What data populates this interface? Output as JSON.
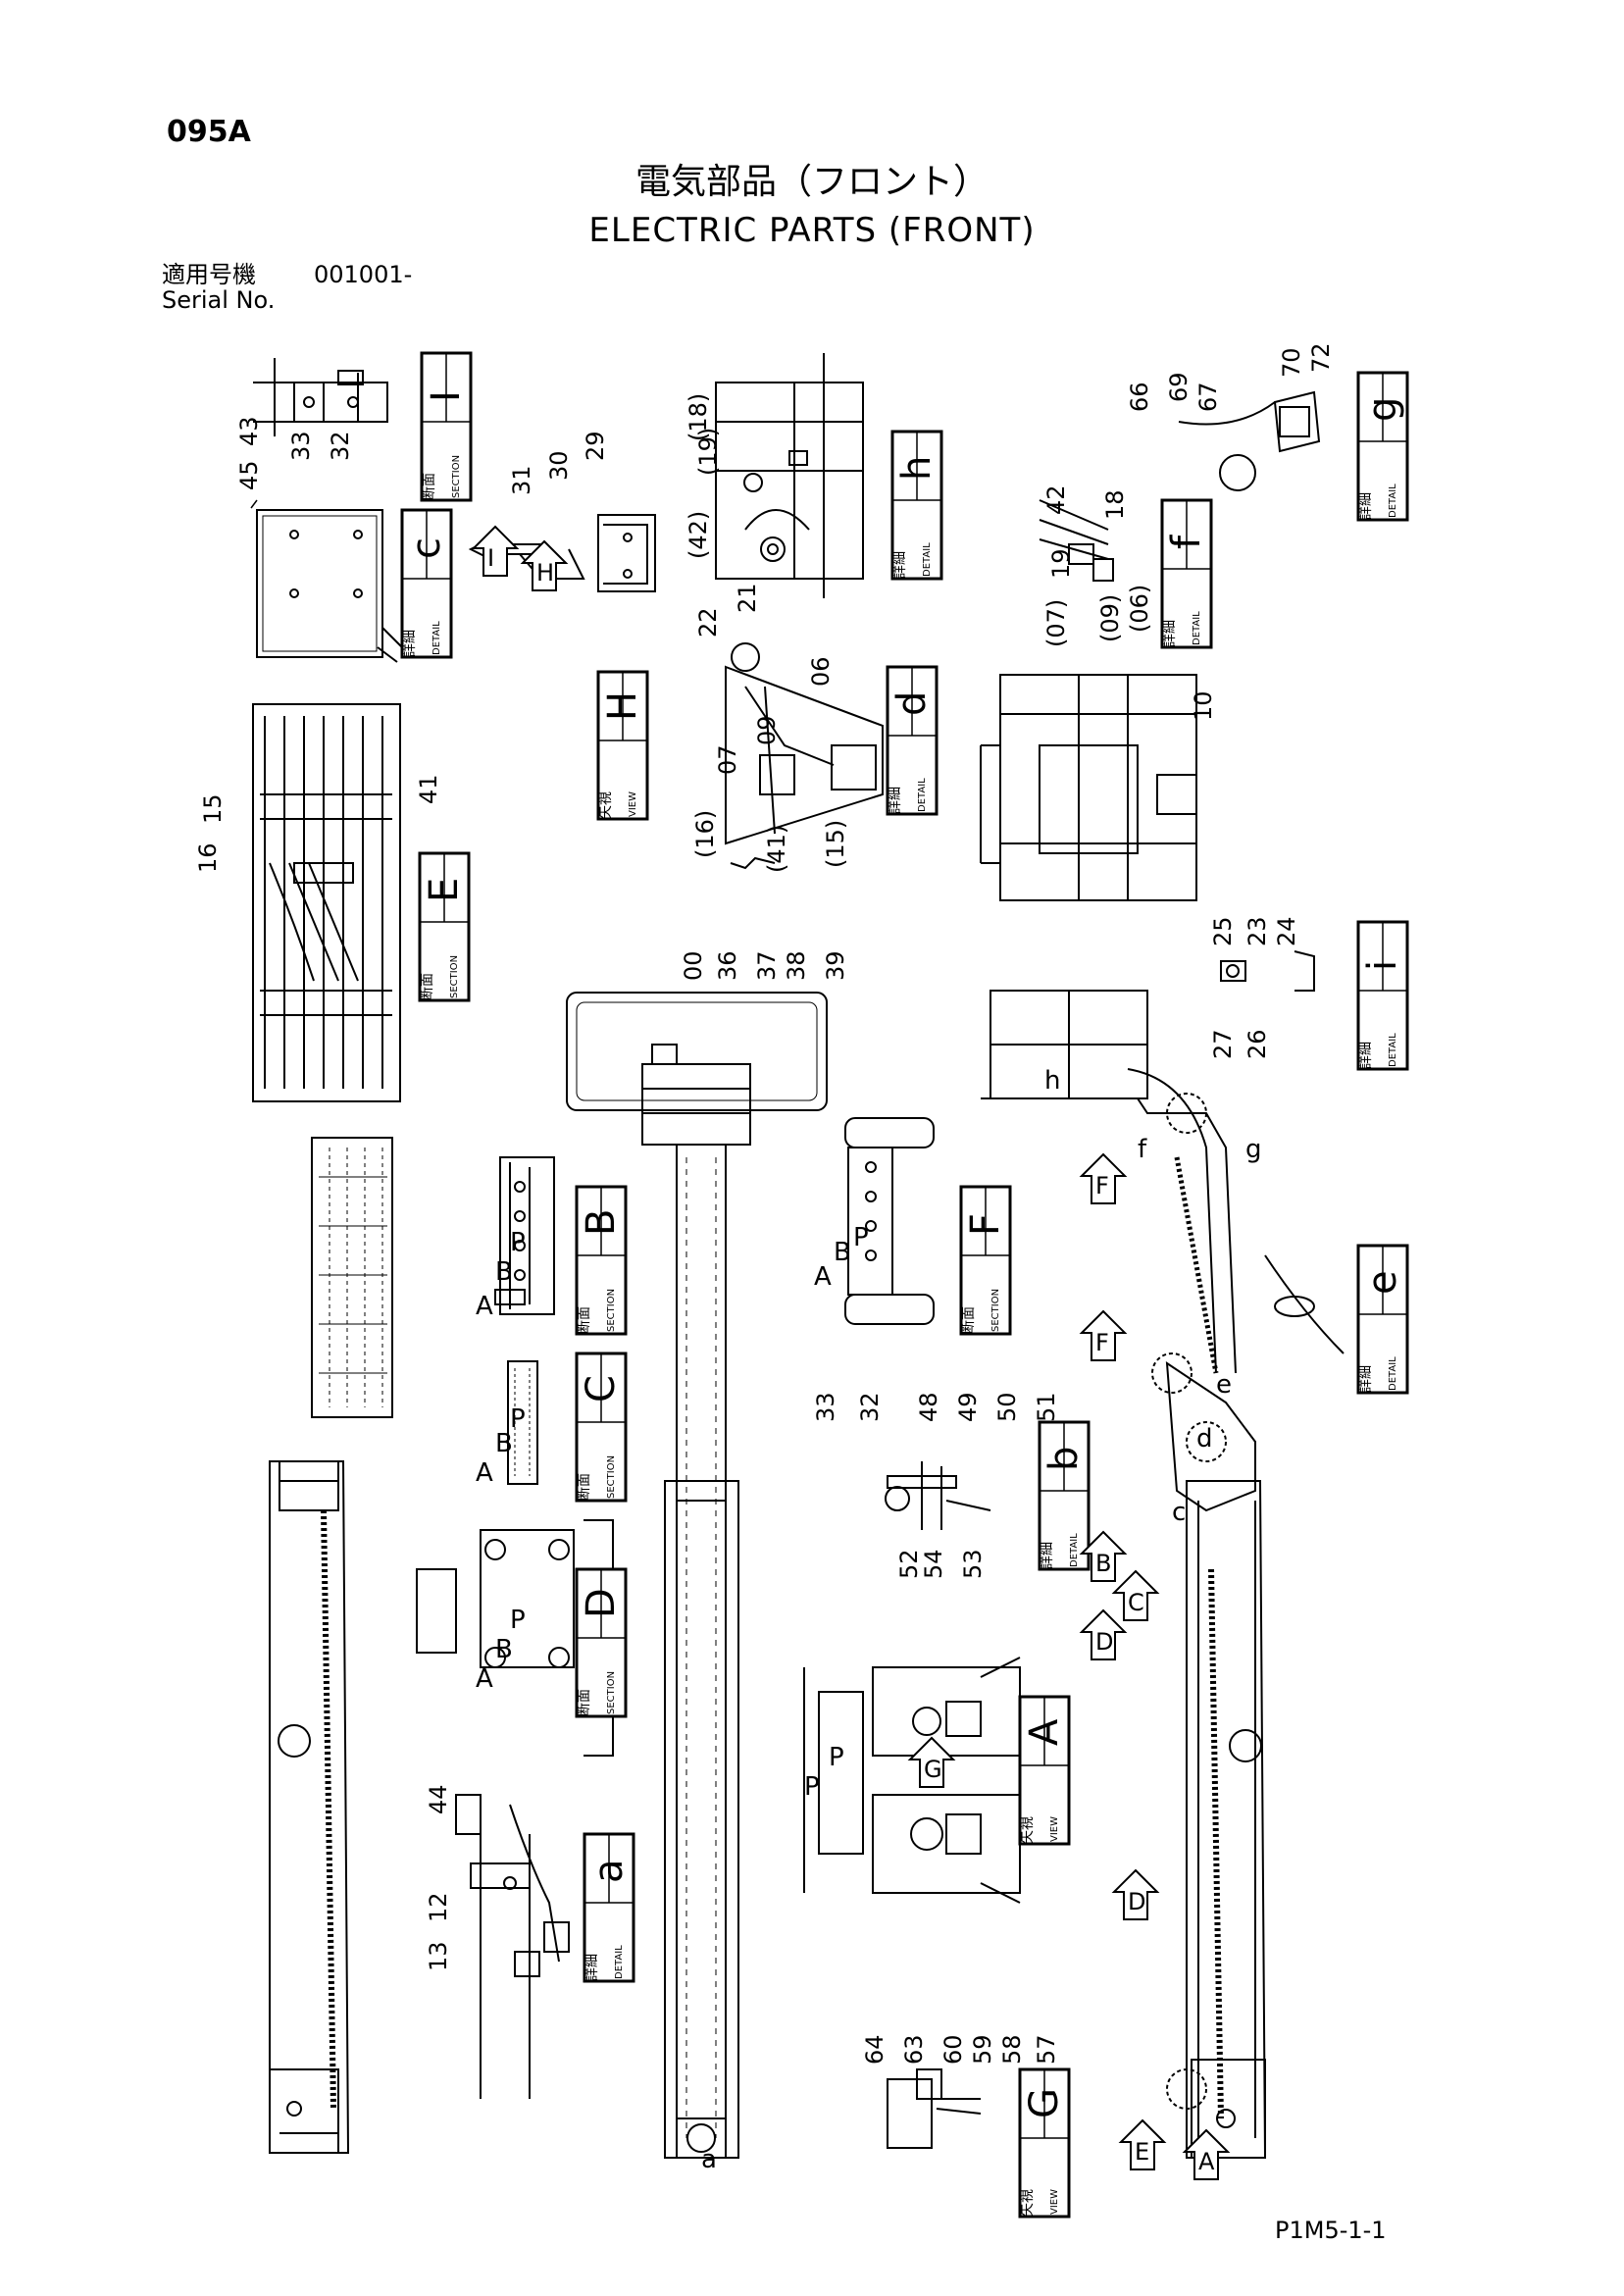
{
  "header": {
    "code": "095A",
    "title_jp": "電気部品（フロント）",
    "title_en": "ELECTRIC PARTS (FRONT)",
    "serial_label_jp": "適用号機",
    "serial_value": "001001-",
    "serial_label_en": "Serial No."
  },
  "footer": {
    "page_id": "P1M5-1-1"
  },
  "words": {
    "section_jp": "断面",
    "section": "SECTION",
    "detail_jp": "詳細",
    "detail": "DETAIL",
    "view_jp": "矢視",
    "view": "VIEW"
  },
  "callouts": [
    {
      "kind": "section",
      "letter": "I"
    },
    {
      "kind": "detail",
      "letter": "c"
    },
    {
      "kind": "detail",
      "letter": "h"
    },
    {
      "kind": "detail",
      "letter": "f"
    },
    {
      "kind": "detail",
      "letter": "g"
    },
    {
      "kind": "view",
      "letter": "H"
    },
    {
      "kind": "detail",
      "letter": "d"
    },
    {
      "kind": "section",
      "letter": "E"
    },
    {
      "kind": "detail",
      "letter": "i"
    },
    {
      "kind": "section",
      "letter": "B"
    },
    {
      "kind": "section",
      "letter": "F"
    },
    {
      "kind": "detail",
      "letter": "e"
    },
    {
      "kind": "section",
      "letter": "C"
    },
    {
      "kind": "detail",
      "letter": "b"
    },
    {
      "kind": "section",
      "letter": "D"
    },
    {
      "kind": "view",
      "letter": "A"
    },
    {
      "kind": "detail",
      "letter": "a"
    },
    {
      "kind": "view",
      "letter": "G"
    }
  ],
  "part_labels": [
    "33",
    "32",
    "45",
    "43",
    "31",
    "30",
    "29",
    "(18)",
    "(19)",
    "(42)",
    "21",
    "22",
    "66",
    "69",
    "67",
    "70",
    "72",
    "42",
    "18",
    "19",
    "(07)",
    "(09)",
    "(06)",
    "09",
    "06",
    "(16)",
    "07",
    "(41)",
    "(15)",
    "10",
    "16",
    "15",
    "41",
    "00",
    "36",
    "37",
    "38",
    "39",
    "25",
    "23",
    "24",
    "27",
    "26",
    "A",
    "B",
    "P",
    "A",
    "B",
    "P",
    "A",
    "B",
    "P",
    "A",
    "B",
    "P",
    "P",
    "P",
    "33",
    "32",
    "48",
    "49",
    "50",
    "51",
    "52",
    "54",
    "53",
    "12",
    "44",
    "13",
    "64",
    "63",
    "60",
    "59",
    "58",
    "57",
    "f",
    "g",
    "h",
    "e",
    "d",
    "c",
    "a"
  ],
  "view_arrows": [
    "I",
    "H",
    "F",
    "F",
    "B",
    "C",
    "D",
    "D",
    "G",
    "E",
    "A"
  ]
}
